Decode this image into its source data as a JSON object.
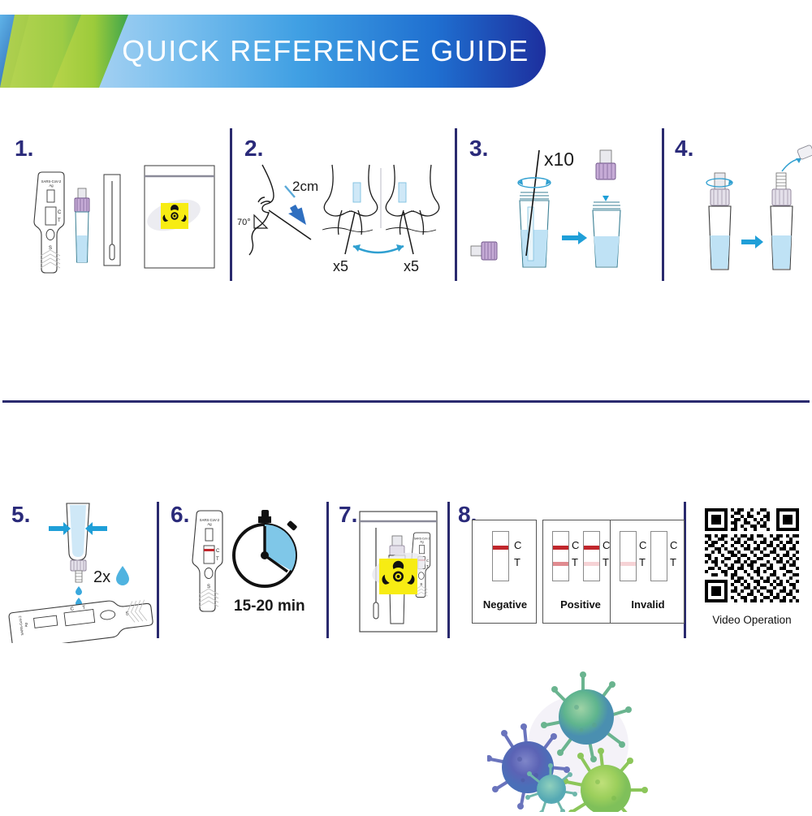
{
  "header": {
    "title": "QUICK REFERENCE GUIDE",
    "gradient_start": "#cfe4f7",
    "gradient_end": "#1d2f9e",
    "accent_green": "#8cc63f",
    "accent_blue": "#1d7fd0"
  },
  "theme": {
    "navy": "#2a2a6e",
    "step_number_color": "#2a2a7a",
    "arrow_blue": "#1f9fd8",
    "liquid_blue": "#bfe2f5",
    "cap_purple": "#b49ac8",
    "biohazard_yellow": "#f7ec13",
    "control_line_red": "#c0262c",
    "test_line_pink": "#e08b90",
    "test_line_faint": "#f6d3d6"
  },
  "steps": [
    {
      "number": "1.",
      "name": "kit-contents",
      "cassette_label_line1": "SARS-CoV-2",
      "cassette_label_line2": "Ag",
      "cassette_c": "C",
      "cassette_t": "T",
      "cassette_s": "S"
    },
    {
      "number": "2.",
      "name": "nasal-swab-collection",
      "depth_label": "2cm",
      "angle_label": "70°",
      "rotations_left": "x5",
      "rotations_right": "x5"
    },
    {
      "number": "3.",
      "name": "swirl-swab-in-tube",
      "swirl_label": "x10"
    },
    {
      "number": "4.",
      "name": "cap-tube-remove-tip"
    },
    {
      "number": "5.",
      "name": "dispense-drops",
      "drops_label": "2x",
      "cassette_label_line1": "SARS-CoV-2",
      "cassette_label_line2": "Ag",
      "cassette_c": "C",
      "cassette_t": "T",
      "cassette_s": "S"
    },
    {
      "number": "6.",
      "name": "wait-for-result",
      "time_label": "15-20 min",
      "cassette_label_line1": "SARS-CoV-2",
      "cassette_label_line2": "Ag",
      "cassette_c": "C",
      "cassette_t": "T",
      "cassette_s": "S"
    },
    {
      "number": "7.",
      "name": "dispose-in-biohazard-bag",
      "cassette_label_line1": "SARS-CoV-2",
      "cassette_label_line2": "Ag",
      "cassette_c": "C",
      "cassette_t": "T",
      "cassette_s": "S"
    },
    {
      "number": "8.",
      "name": "interpret-results"
    }
  ],
  "results": [
    {
      "name": "Negative",
      "strips": [
        {
          "c_label": "C",
          "t_label": "T",
          "c_line": "strong",
          "t_line": "none"
        }
      ]
    },
    {
      "name": "Positive",
      "strips": [
        {
          "c_label": "C",
          "t_label": "T",
          "c_line": "strong",
          "t_line": "medium"
        },
        {
          "c_label": "C",
          "t_label": "T",
          "c_line": "strong",
          "t_line": "faint"
        }
      ]
    },
    {
      "name": "Invalid",
      "strips": [
        {
          "c_label": "C",
          "t_label": "T",
          "c_line": "none",
          "t_line": "faint"
        },
        {
          "c_label": "C",
          "t_label": "T",
          "c_line": "none",
          "t_line": "none"
        }
      ]
    }
  ],
  "qr": {
    "caption": "Video Operation"
  }
}
